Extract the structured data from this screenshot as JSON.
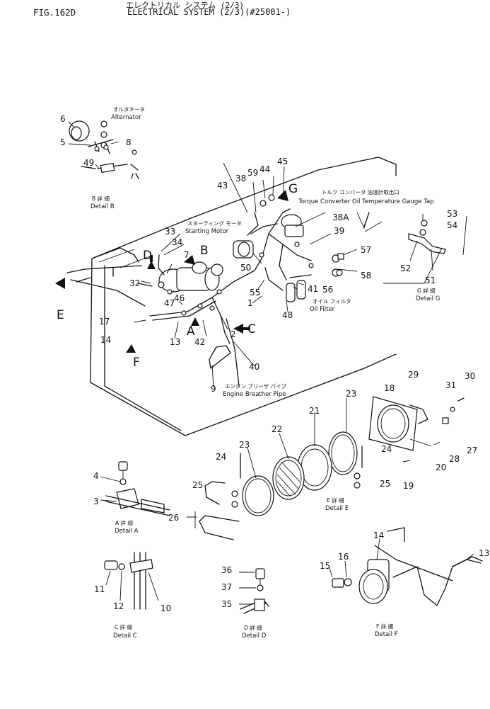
{
  "header": {
    "fig": "FIG.162D",
    "title_jp": "エレクトリカル システム (2/3)",
    "title_en": "ELECTRICAL SYSTEM (2/3)(#25001-)"
  },
  "captions": {
    "alternator_jp": "オルタネータ",
    "alternator": "Alternator",
    "detail_b_jp": "B 詳 細",
    "detail_b": "Detail B",
    "starting_motor_jp": "スターティング モータ",
    "starting_motor": "Starting Motor",
    "torque_gauge_jp": "トルク コンバータ 油温計取出口",
    "torque_gauge": "Torque Converter Oil Temperature Gauge Tap",
    "oil_filter_jp": "オイル フィルタ",
    "oil_filter": "Oil Filter",
    "detail_g_jp": "G 詳 細",
    "detail_g": "Detail G",
    "breather_jp": "エンジン ブリーザ パイプ",
    "breather": "Engine Breather Pipe",
    "detail_a_jp": "A 詳 細",
    "detail_a": "Detail A",
    "detail_e_jp": "E 詳 細",
    "detail_e": "Detail E",
    "detail_c_jp": "C 詳 細",
    "detail_c": "Detail C",
    "detail_d_jp": "D 詳 細",
    "detail_d": "Detail D",
    "detail_f_jp": "F 詳 細",
    "detail_f": "Detail F"
  },
  "view_letters": {
    "a": "A",
    "b": "B",
    "c": "C",
    "d": "D",
    "e": "E",
    "f": "F",
    "g": "G"
  },
  "part_numbers": {
    "p1": "1",
    "p2": "2",
    "p3": "3",
    "p4": "4",
    "p5": "5",
    "p6": "6",
    "p7": "7",
    "p8": "8",
    "p9": "9",
    "p10": "10",
    "p11": "11",
    "p12": "12",
    "p13": "13",
    "p13b": "13",
    "p14": "14",
    "p14b": "14",
    "p15": "15",
    "p16": "16",
    "p17": "17",
    "p18": "18",
    "p19": "19",
    "p20": "20",
    "p21": "21",
    "p22": "22",
    "p23": "23",
    "p23b": "23",
    "p24": "24",
    "p24b": "24",
    "p25": "25",
    "p25b": "25",
    "p26": "26",
    "p27": "27",
    "p28": "28",
    "p29": "29",
    "p30": "30",
    "p31": "31",
    "p32": "32",
    "p33": "33",
    "p34": "34",
    "p35": "35",
    "p36": "36",
    "p37": "37",
    "p38": "38",
    "p38a": "38A",
    "p39": "39",
    "p40": "40",
    "p41": "41",
    "p42": "42",
    "p43": "43",
    "p44": "44",
    "p45": "45",
    "p46": "46",
    "p47": "47",
    "p48": "48",
    "p49": "49",
    "p50": "50",
    "p51": "51",
    "p52": "52",
    "p53": "53",
    "p54": "54",
    "p55": "55",
    "p56": "56",
    "p57": "57",
    "p58": "58",
    "p59": "59"
  }
}
